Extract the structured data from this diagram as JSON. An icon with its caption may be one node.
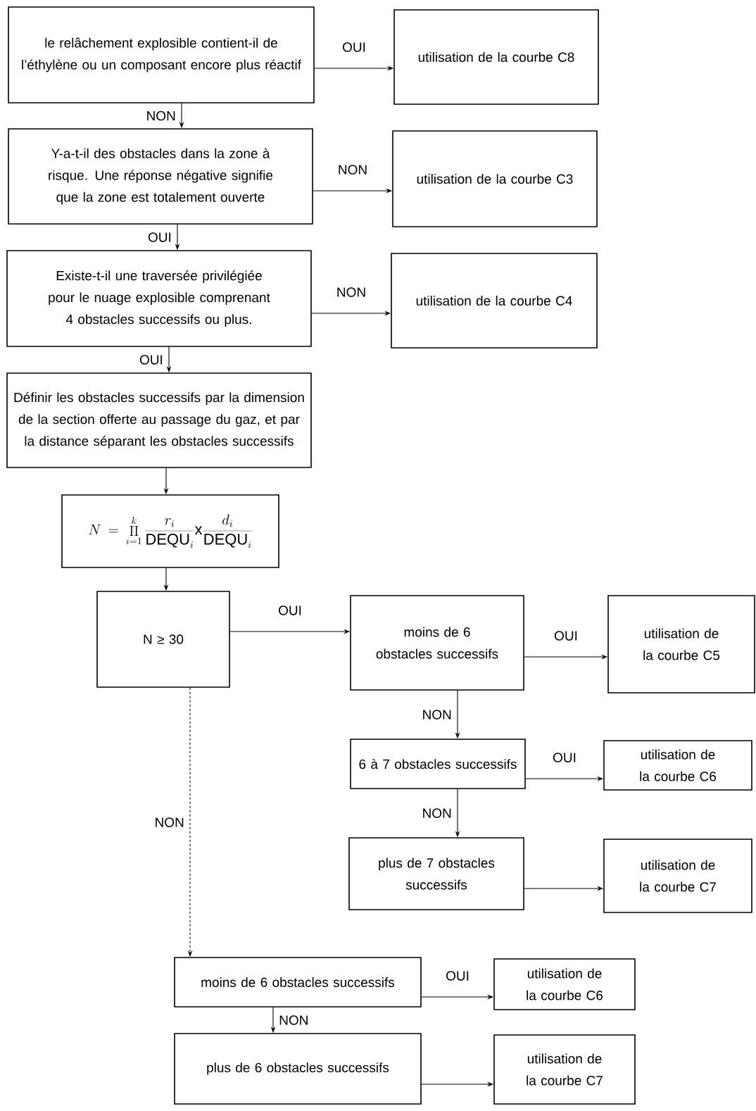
{
  "diagram": {
    "nodes": [
      {
        "text": [
          "le relâchement explosible contient-il de l’éthylène ou un composant encore plus réactif"
        ]
      },
      {
        "text": [
          "utilisation de la courbe C8"
        ]
      },
      {
        "text": [
          "Y-a-t-il des obstacles dans la zone à risque. Une réponse négative signifie que la zone est totalement ouverte"
        ]
      },
      {
        "text": [
          "utilisation de la courbe C3"
        ]
      },
      {
        "text": [
          "Existe-t-il une traversée privilégiée pour le nuage explosible comprenant 4 obstacles successifs ou plus."
        ]
      },
      {
        "text": [
          "utilisation de la courbe C4"
        ]
      },
      {
        "text": [
          "Définir les obstacles successifs par la dimension de la section offerte au passage du gaz, et par la distance séparant les obstacles successifs"
        ]
      },
      {
        "text": [
          "N = \\prod_{i=1}^{k} \\frac{r_i}{\\mathrm{DEQU}_i} \\mathrm{x} \\frac{d_i}{\\mathrm{DEQU}_i}"
        ]
      },
      {
        "text": [
          "N ≥ 30"
        ]
      },
      {
        "text": [
          "moins de 6 obstacles successifs"
        ]
      },
      {
        "text": [
          "utilisation de la courbe C5"
        ]
      },
      {
        "text": [
          "6 à 7 obstacles successifs"
        ]
      },
      {
        "text": [
          "utilisation de la courbe C6"
        ]
      },
      {
        "text": [
          "plus de 7 obstacles successifs"
        ]
      },
      {
        "text": [
          "utilisation de la courbe C7"
        ]
      },
      {
        "text": [
          "moins de 6 obstacles successifs"
        ]
      },
      {
        "text": [
          "utilisation de la courbe C6"
        ]
      },
      {
        "text": [
          "plus de 6 obstacles successifs"
        ]
      },
      {
        "text": [
          "utilisation de la courbe C7"
        ]
      }
    ],
    "edges": [
      {
        "from": 0,
        "to": 1,
        "arrow": "to",
        "label": "OUI"
      },
      {
        "from": 0,
        "to": 2,
        "arrow": "to",
        "label": "NON"
      },
      {
        "from": 2,
        "to": 3,
        "arrow": "to",
        "label": "NON"
      },
      {
        "from": 2,
        "to": 4,
        "arrow": "to",
        "label": "OUI"
      },
      {
        "from": 4,
        "to": 5,
        "arrow": "to",
        "label": "NON"
      },
      {
        "from": 4,
        "to": 6,
        "arrow": "to",
        "label": "OUI"
      },
      {
        "from": 6,
        "to": 7,
        "arrow": "to"
      },
      {
        "from": 7,
        "to": 8,
        "arrow": "to"
      },
      {
        "from": 8,
        "to": 9,
        "arrow": "to",
        "label": "OUI"
      },
      {
        "from": 9,
        "to": 10,
        "arrow": "to",
        "label": "OUI"
      },
      {
        "from": 9,
        "to": 11,
        "arrow": "to",
        "label": "NON"
      },
      {
        "from": 11,
        "to": 12,
        "arrow": "to",
        "label": "OUI"
      },
      {
        "from": 11,
        "to": 13,
        "arrow": "to",
        "label": "NON"
      },
      {
        "from": 13,
        "to": 14,
        "arrow": "to"
      },
      {
        "from": 8,
        "to": 15,
        "arrow": "to",
        "label": "NON",
        "style": "dashed"
      },
      {
        "from": 15,
        "to": 16,
        "arrow": "to",
        "label": "OUI"
      },
      {
        "from": 15,
        "to": 17,
        "arrow": "to",
        "label": "NON"
      },
      {
        "from": 17,
        "to": 18,
        "arrow": "to"
      }
    ]
  }
}
